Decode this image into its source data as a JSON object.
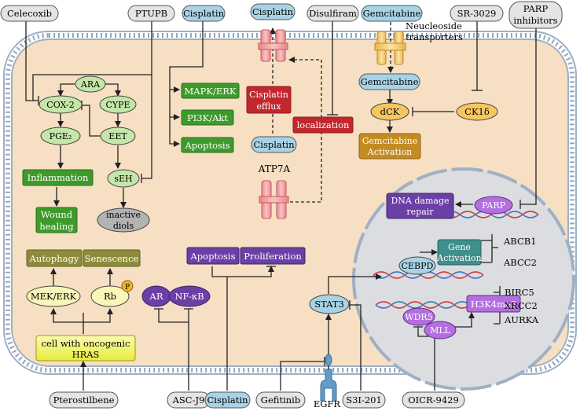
{
  "drugs": {
    "celecoxib": "Celecoxib",
    "ptupb": "PTUPB",
    "cisplatin_top": "Cisplatin",
    "disulfiram": "Disulfiram",
    "gemcitabine_top": "Gemcitabine",
    "sr3029": "SR-3029",
    "parp_inhibitors_line1": "PARP",
    "parp_inhibitors_line2": "inhibitors",
    "pterostilbene": "Pterostilbene",
    "asc_j9": "ASC-J9",
    "cisplatin_bottom": "Cisplatin",
    "gefitinib": "Gefitinib",
    "s3i_201": "S3I-201",
    "oicr_9429": "OICR-9429"
  },
  "membrane": {
    "cisplatin_outside": "Cisplatin",
    "cisplatin_inside": "Cisplatin",
    "efflux_line1": "Cisplatin",
    "efflux_line2": "efflux",
    "localization": "localization",
    "atp7a": "ATP7A",
    "transporter_line1": "Neucleoside",
    "transporter_line2": "transporters",
    "egfr": "EGFR"
  },
  "eicosanoid": {
    "ara": "ARA",
    "cox2": "COX-2",
    "cype": "CYPE",
    "pge2": "PGE₂",
    "eet": "EET",
    "inflammation": "Inflammation",
    "seh": "sEH",
    "wound_line1": "Wound",
    "wound_line2": "healing",
    "inactive_line1": "inactive",
    "inactive_line2": "diols"
  },
  "signaling": {
    "mapk_erk": "MAPK/ERK",
    "pi3k_akt": "PI3K/Akt",
    "apoptosis_green": "Apoptosis",
    "apoptosis_purple": "Apoptosis",
    "proliferation": "Proliferation"
  },
  "gemcitabine_pathway": {
    "gemcitabine_inside": "Gemcitabine",
    "dck": "dCK",
    "ck1d": "CK1δ",
    "activation_line1": "Gemcitabine",
    "activation_line2": "Activation"
  },
  "hras": {
    "autophagy": "Autophagy",
    "senescence": "Senescence",
    "mek_erk": "MEK/ERK",
    "rb": "Rb",
    "p_badge": "P",
    "hras_line1": "cell with oncogenic",
    "hras_line2": "HRAS"
  },
  "nfkb": {
    "ar": "AR",
    "nfkb": "NF-κB"
  },
  "nucleus": {
    "dna_damage_line1": "DNA damage",
    "dna_damage_line2": "repair",
    "parp": "PARP",
    "gene_line1": "Gene",
    "gene_line2": "Activation",
    "cebpd": "CEBPD",
    "abcb1": "ABCB1",
    "abcc2": "ABCC2",
    "stat3": "STAT3",
    "wdr5": "WDR5",
    "mll": "MLL",
    "h3k4me3": "H3K4me3",
    "birc5": "BIRC5",
    "xrcc2": "XRCC2",
    "aurka": "AURKA"
  },
  "colors": {
    "green": "#3f9a2c",
    "purple": "#6a3fa6",
    "red": "#c0282d",
    "teal": "#3f8f8c",
    "olive": "#8c8c3a",
    "cell_fill": "#f6dfc3",
    "nucleus_fill": "#dcdde1",
    "blue_pill": "#a8d3e6",
    "gray_pill": "#e4e4e4"
  }
}
